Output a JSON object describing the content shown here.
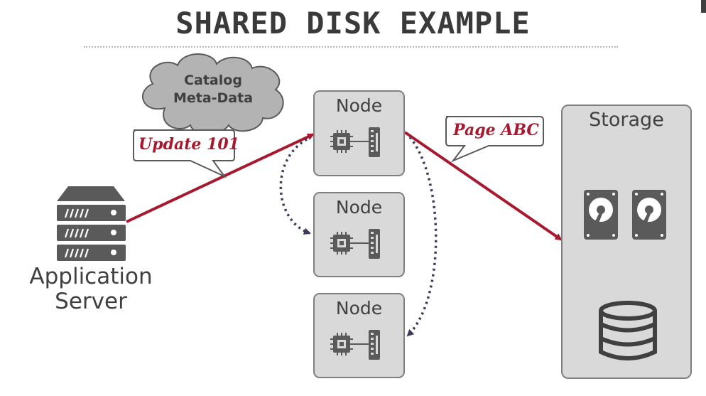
{
  "title": "SHARED DISK EXAMPLE",
  "cloud": {
    "line1": "Catalog",
    "line2": "Meta-Data"
  },
  "callouts": {
    "update": "Update 101",
    "page": "Page ABC"
  },
  "nodes": [
    {
      "label": "Node"
    },
    {
      "label": "Node"
    },
    {
      "label": "Node"
    }
  ],
  "storage": {
    "label": "Storage"
  },
  "app_server": {
    "line1": "Application",
    "line2": "Server"
  },
  "colors": {
    "accent": "#a6192e",
    "box_fill": "#d9d9d9",
    "box_border": "#7f7f7f",
    "text": "#404040",
    "dotted_arrow": "#3b3b5b"
  }
}
